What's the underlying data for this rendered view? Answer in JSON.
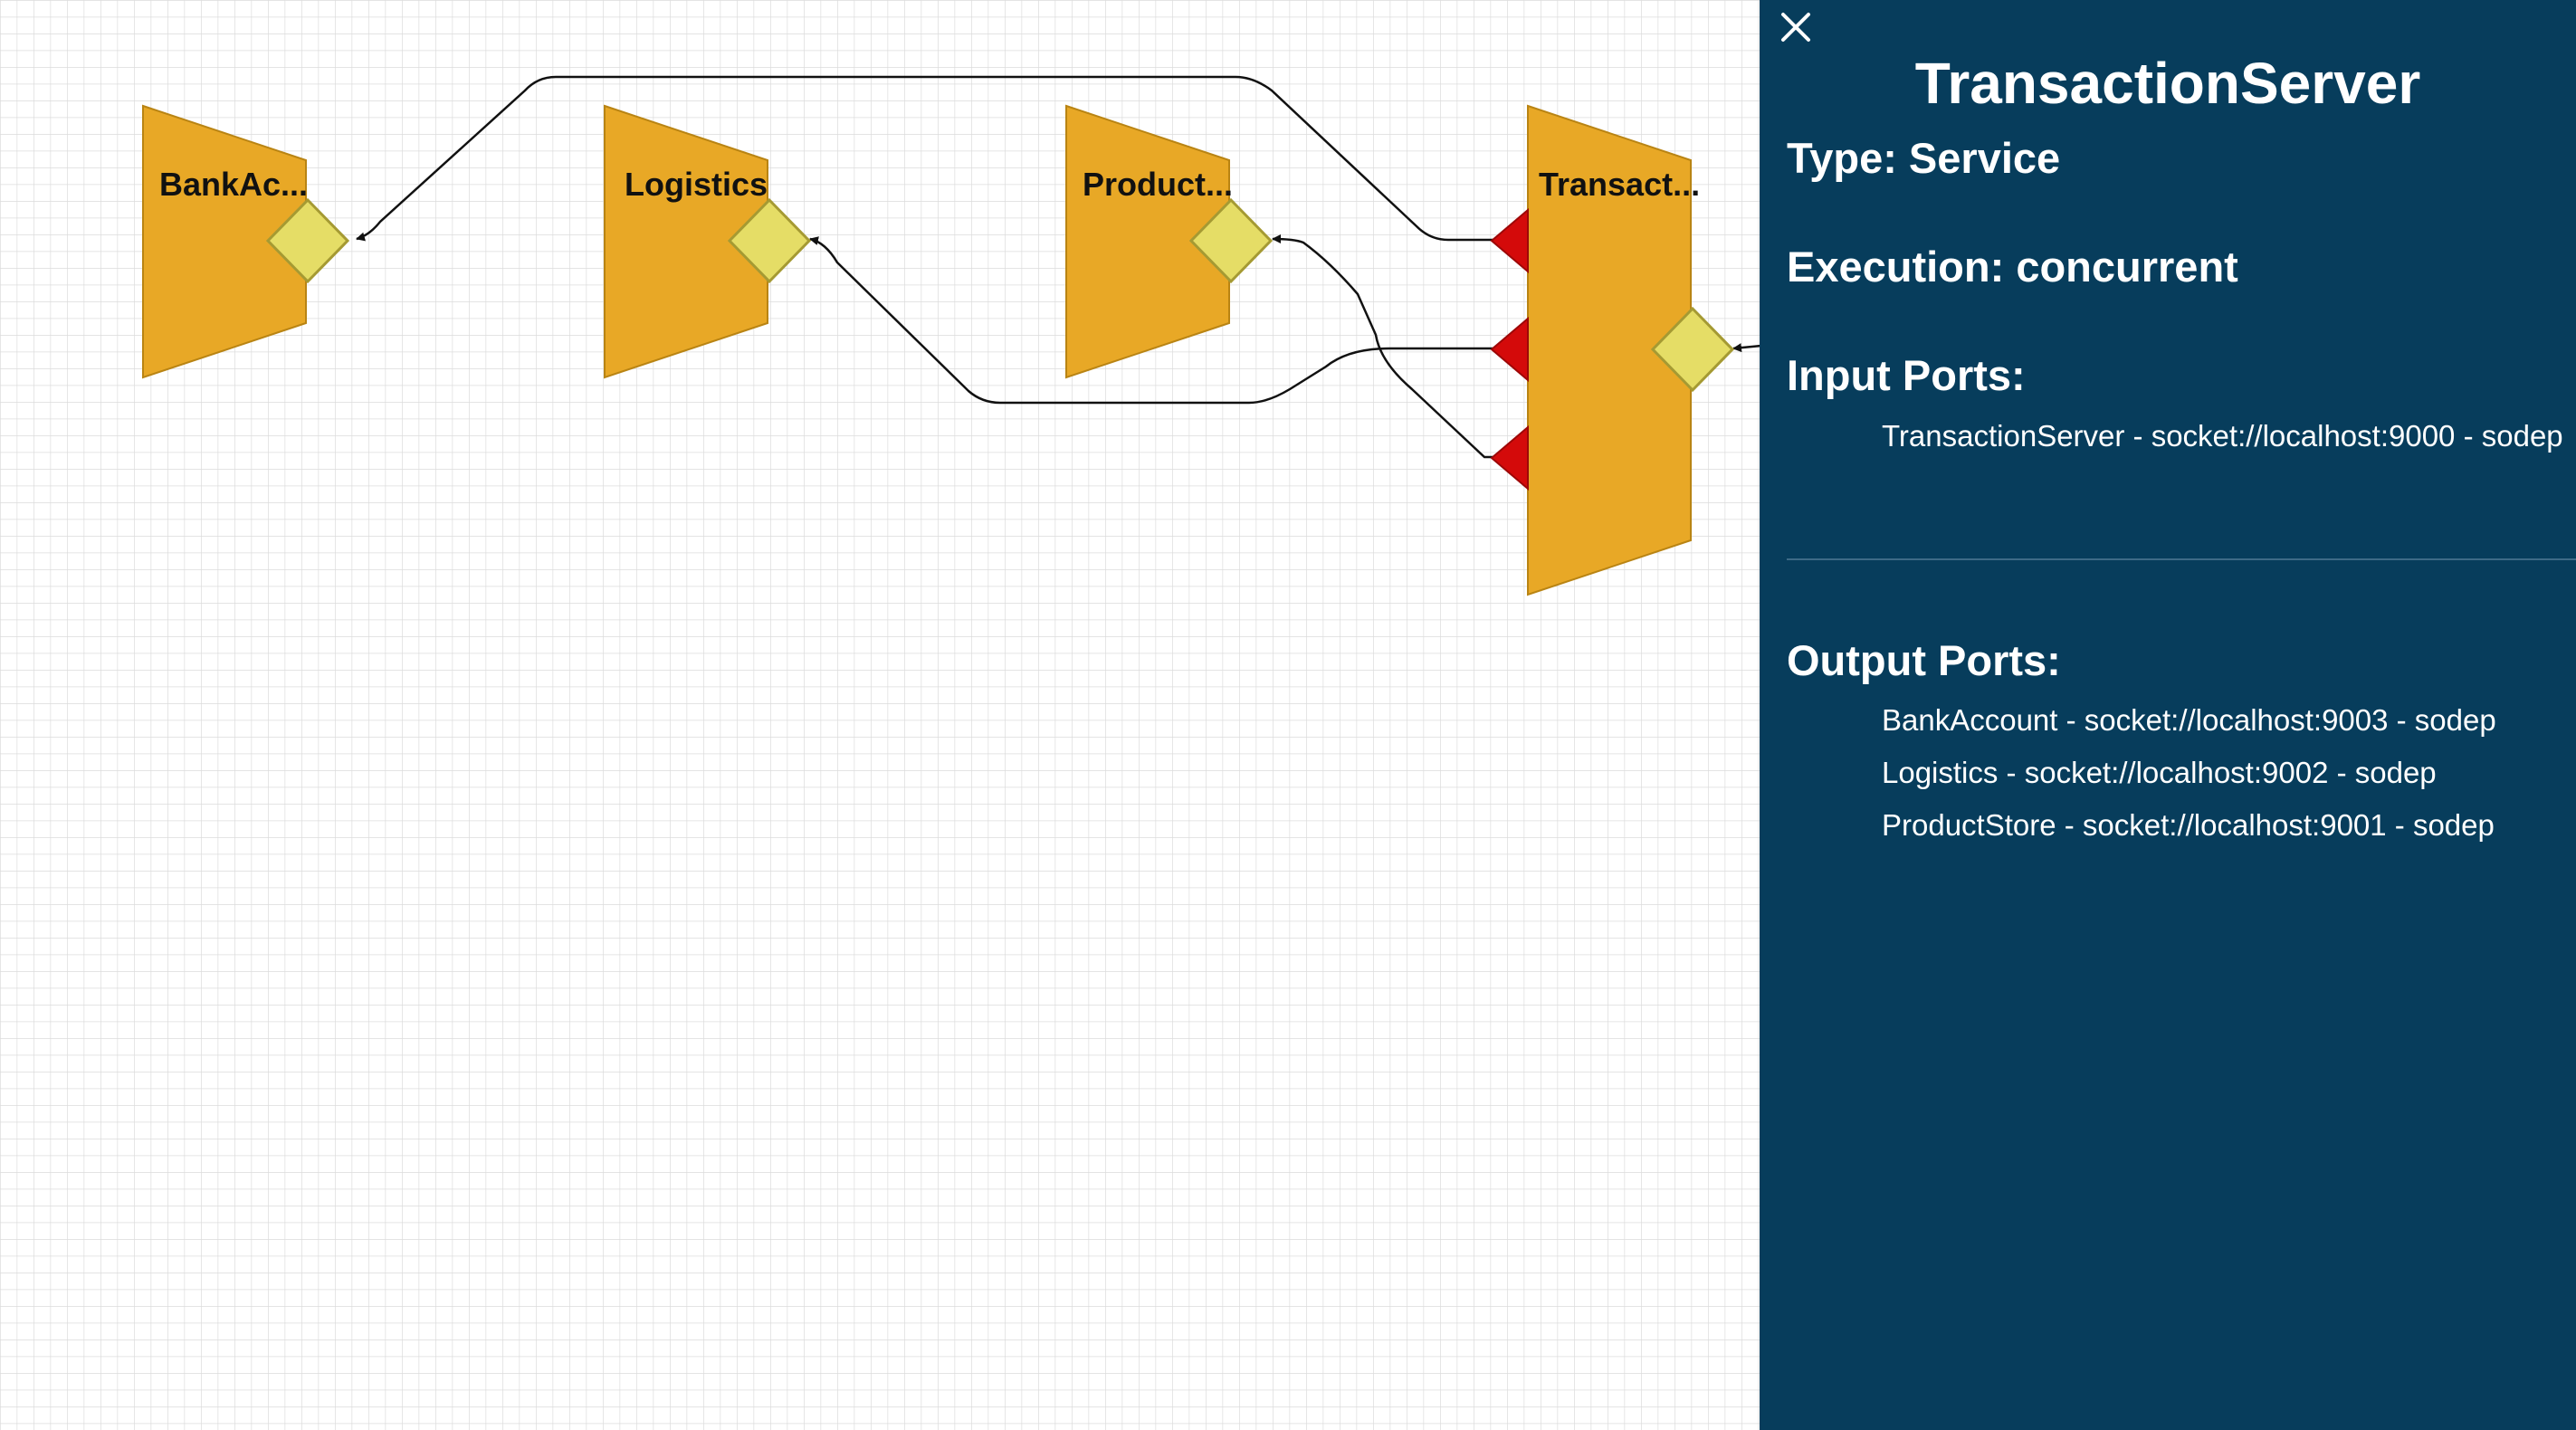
{
  "diagram": {
    "nodes": [
      {
        "id": "bankaccount",
        "label": "BankAc..."
      },
      {
        "id": "logistics",
        "label": "Logistics"
      },
      {
        "id": "productstore",
        "label": "Product..."
      },
      {
        "id": "transactionserver",
        "label": "Transact..."
      }
    ],
    "colors": {
      "node_fill": "#e8a826",
      "input_port": "#e5dd66",
      "output_port": "#d40a0a",
      "grid": "#dcdcdc",
      "edge": "#111111"
    }
  },
  "panel": {
    "close_icon": "close-icon",
    "title": "TransactionServer",
    "type_line": "Type: Service",
    "execution_line": "Execution: concurrent",
    "input_ports_heading": "Input Ports:",
    "input_ports": [
      "TransactionServer - socket://localhost:9000 - sodep"
    ],
    "output_ports_heading": "Output Ports:",
    "output_ports": [
      "BankAccount - socket://localhost:9003 - sodep",
      "Logistics - socket://localhost:9002 - sodep",
      "ProductStore - socket://localhost:9001 - sodep"
    ],
    "background_color": "#073d5c"
  }
}
